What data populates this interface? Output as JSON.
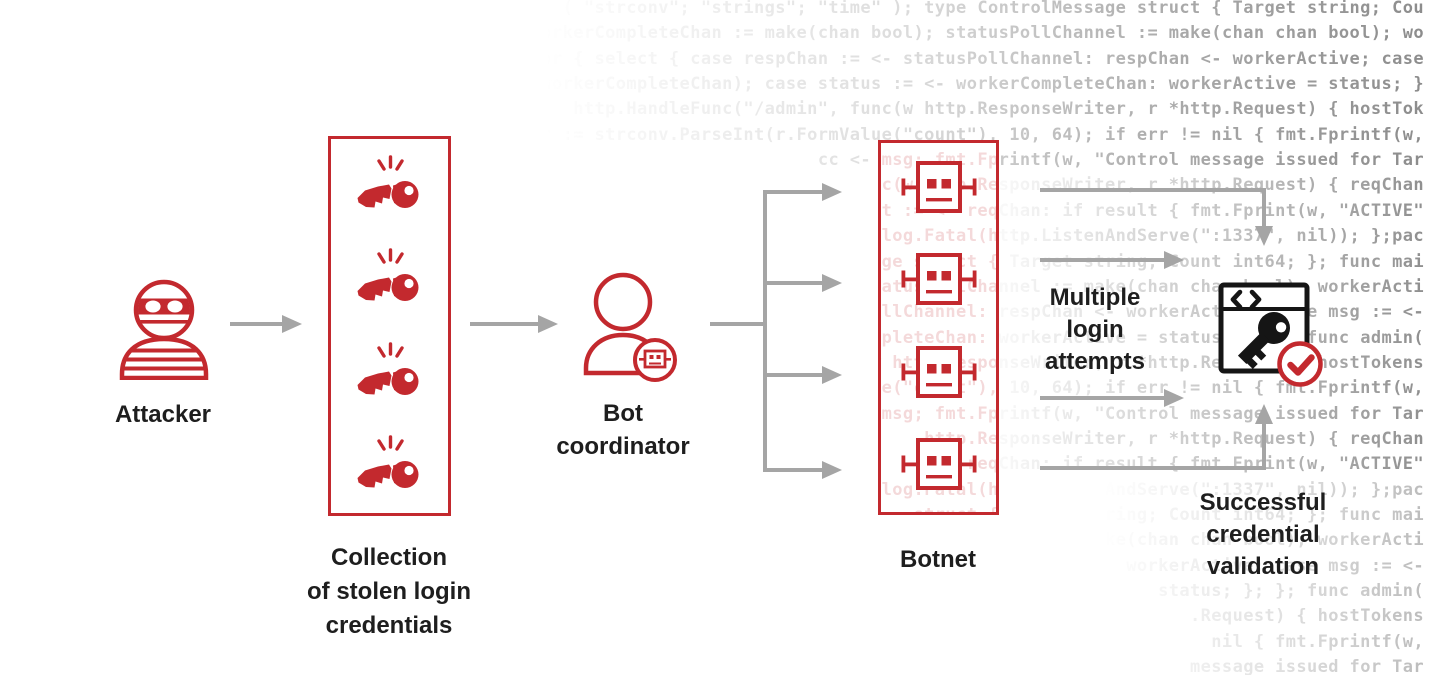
{
  "colors": {
    "red": "#c3292e",
    "arrow_gray": "#a5a5a5",
    "label_text": "#1e1e1e",
    "code_gray": "#8f8f8f",
    "icon_black": "#151515"
  },
  "nodes": {
    "attacker": {
      "label": "Attacker",
      "label_lines": [
        "Attacker"
      ]
    },
    "credentials": {
      "label": "Collection of stolen login credentials",
      "label_lines": [
        "Collection",
        "of stolen login",
        "credentials"
      ],
      "icon_count": 4
    },
    "coordinator": {
      "label": "Bot coordinator",
      "label_lines": [
        "Bot",
        "coordinator"
      ]
    },
    "botnet": {
      "label": "Botnet",
      "label_lines": [
        "Botnet"
      ],
      "icon_count": 4
    },
    "attempts": {
      "label": "Multiple login attempts",
      "label_lines": [
        "Multiple",
        "login",
        "attempts"
      ]
    },
    "validation": {
      "label": "Successful credential validation",
      "label_lines": [
        "Successful",
        "credential",
        "validation"
      ]
    }
  },
  "icons": {
    "attacker": "masked-attacker-icon",
    "credentials": "broken-key-icon",
    "coordinator": "person-bot-badge-icon",
    "botnet": "robot-icon",
    "validation": "browser-key-icon",
    "check": "check-circle-icon"
  },
  "background_code": {
    "lines": [
      "( \"strconv\"; \"strings\"; \"time\" ); type ControlMessage struct { Target string; Cou",
      "workerCompleteChan := make(chan bool); statusPollChannel := make(chan chan bool); wo",
      "for { select { case respChan := <- statusPollChannel: respChan <- workerActive; case",
      "doStuff(msg, workerCompleteChan); case status := <- workerCompleteChan: workerActive = status; }",
      "http.HandleFunc(\"/admin\", func(w http.ResponseWriter, r *http.Request) { hostTok",
      "count, err := strconv.ParseInt(r.FormValue(\"count\"), 10, 64); if err != nil { fmt.Fprintf(w,",
      "cc <- msg; fmt.Fprintf(w, \"Control message issued for Tar",
      "func(w http.ResponseWriter, r *http.Request) { reqChan",
      "case result := <- reqChan: if result { fmt.Fprint(w, \"ACTIVE\"",
      "log.Fatal(http.ListenAndServe(\":1337\", nil)); };pac",
      "type ControlMessage struct { Target string; Count int64; }; func mai",
      "statusPollChannel := make(chan chan bool); workerActi",
      "statusPollChannel: respChan <- workerActive; case msg := <-",
      "workerCompleteChan: workerActive = status; }; }; func admin(",
      "func(w http.ResponseWriter, r *http.Request) { hostTokens",
      "r.FormValue(\"count\"), 10, 64); if err != nil { fmt.Fprintf(w,",
      "cc <- msg; fmt.Fprintf(w, \"Control message issued for Tar",
      "http.ResponseWriter, r *http.Request) { reqChan",
      "reqChan: if result { fmt.Fprint(w, \"ACTIVE\"",
      "log.Fatal(http.ListenAndServe(\":1337\", nil)); };pac",
      "struct { Target string; Count int64; }; func mai",
      "make(chan chan bool); workerActi",
      "workerActive; case msg := <-",
      "status; }; }; func admin(",
      ".Request) { hostTokens",
      "nil { fmt.Fprintf(w,",
      "message issued for Tar"
    ]
  }
}
